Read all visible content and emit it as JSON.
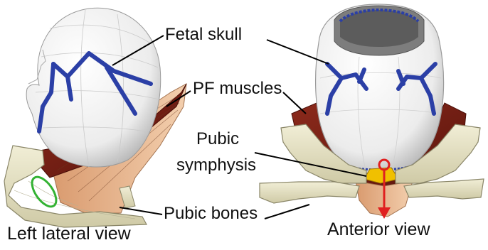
{
  "labels": {
    "fetal_skull": "Fetal skull",
    "pf_muscles": "PF muscles",
    "pubic_line1": "Pubic",
    "pubic_line2": "symphysis",
    "pubic_bones": "Pubic bones"
  },
  "captions": {
    "left": "Left lateral view",
    "anterior": "Anterior view"
  },
  "colors": {
    "skull_fill": "#f2f2f2",
    "suture_blue": "#2b3fa6",
    "muscle_dark": "#7a1e14",
    "muscle_light": "#e8b894",
    "bone_fill": "#e6e2c4",
    "bone_edge": "#8a8668",
    "symphysis_yellow": "#f0c000",
    "marker_green": "#33b233",
    "marker_red": "#e02020",
    "leader_black": "#000000"
  },
  "markers": {
    "left_view": "green-ellipse",
    "anterior_view": "red-circle-with-arrow"
  }
}
